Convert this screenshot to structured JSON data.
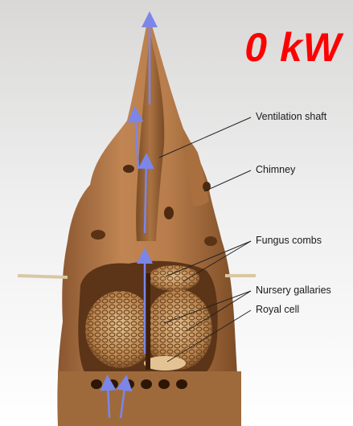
{
  "headline": {
    "text": "0 kW",
    "color": "#ff0000"
  },
  "labels": [
    {
      "text": "Ventilation shaft"
    },
    {
      "text": "Chimney"
    },
    {
      "text": "Fungus combs"
    },
    {
      "text": "Nursery gallaries"
    },
    {
      "text": "Royal cell"
    }
  ],
  "colors": {
    "mound": "#b97e4c",
    "mound_shadow": "#7b4a22",
    "comb": "#c79a63",
    "airflow_arrow": "#7b86e8",
    "pointer_line": "#222222"
  },
  "icons": [
    "airflow-arrow-icon"
  ]
}
